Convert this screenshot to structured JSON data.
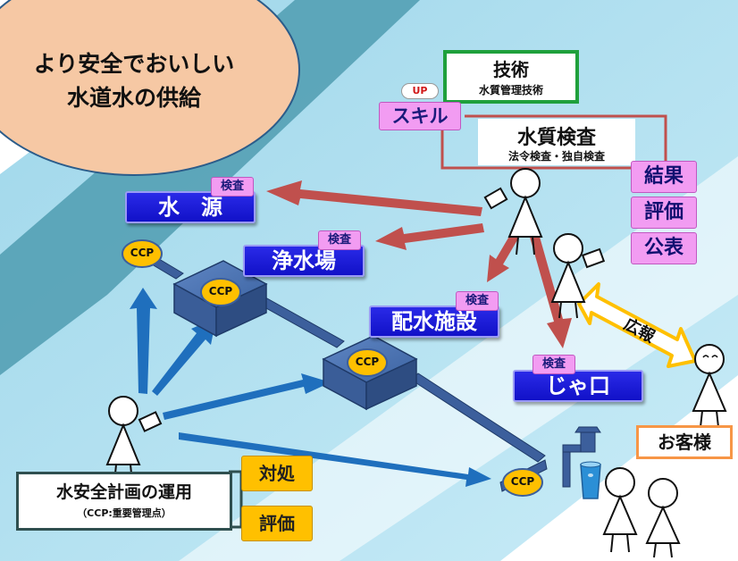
{
  "title_bubble": {
    "line1": "より安全でおいしい",
    "line2": "水道水の供給"
  },
  "skill_box": {
    "title": "技術",
    "subtitle": "水質管理技術",
    "badge": "UP",
    "skill": "スキル"
  },
  "quality_box": {
    "title": "水質検査",
    "subtitle": "法令検査・独自検査"
  },
  "result_tags": [
    "結果",
    "評価",
    "公表"
  ],
  "facilities": [
    {
      "name": "水　源",
      "tag": "検査"
    },
    {
      "name": "浄水場",
      "tag": "検査"
    },
    {
      "name": "配水施設",
      "tag": "検査"
    },
    {
      "name": "じゃ口",
      "tag": "検査"
    }
  ],
  "ccp_label": "CCP",
  "pr_label": "広報",
  "customer_label": "お客様",
  "plan_box": {
    "title": "水安全計画の運用",
    "subtitle": "（CCP:重要管理点）",
    "actions": [
      "対処",
      "評価"
    ]
  },
  "colors": {
    "arrow_red": "#c0504d",
    "arrow_blue": "#1f6fbd",
    "facility_blue": "#1a1ad6",
    "tag_pink": "#f29cf2",
    "ccp_yellow": "#ffc000",
    "tank": "#4a72b0",
    "bubble": "#f6c8a4",
    "skill_border": "#1fa03c",
    "quality_border": "#c0504d",
    "customer_border": "#f79646",
    "plan_border": "#2f4f4f"
  }
}
